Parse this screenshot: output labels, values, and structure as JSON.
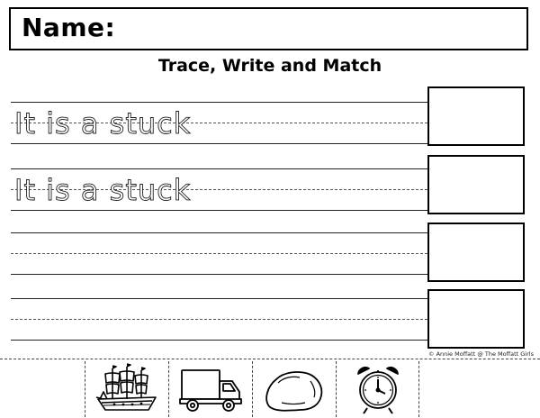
{
  "header": {
    "name_label": "Name:"
  },
  "title": "Trace, Write and Match",
  "rows": [
    {
      "trace_text": "It is a stuck"
    },
    {
      "trace_text": "It is a stuck"
    },
    {
      "trace_text": ""
    },
    {
      "trace_text": ""
    }
  ],
  "credit": "© Annie Moffatt @ The Moffatt Girls",
  "cutouts": [
    {
      "icon": "ship-icon"
    },
    {
      "icon": "truck-icon"
    },
    {
      "icon": "rock-icon"
    },
    {
      "icon": "alarm-clock-icon"
    }
  ]
}
